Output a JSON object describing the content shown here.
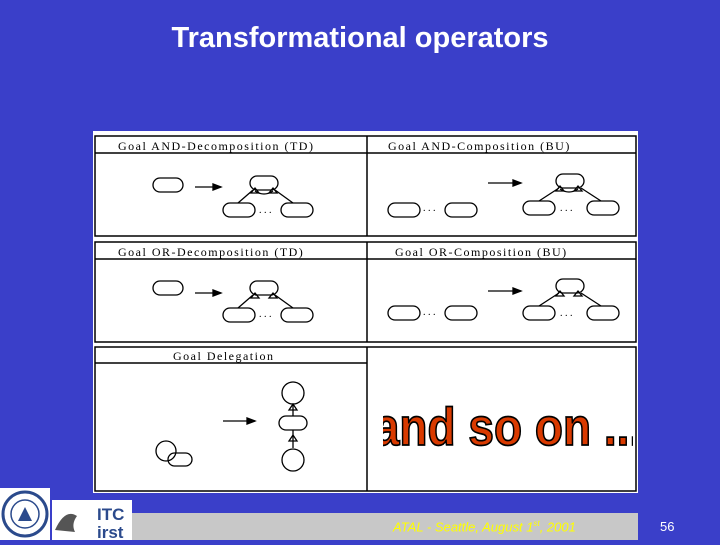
{
  "slide": {
    "title": "Transformational operators",
    "footer": {
      "event": "ATAL",
      "rest_prefix": " - Seattle, August 1",
      "rest_sup": "st",
      "rest_suffix": ", 2001"
    },
    "page_number": "56",
    "stamp_text": "and so on ...",
    "stamp_color": "#d93a00",
    "background_color": "#3a3fc9"
  },
  "figure": {
    "panels": [
      {
        "label": "Goal AND-Decomposition (TD)"
      },
      {
        "label": "Goal AND-Composition (BU)"
      },
      {
        "label": "Goal OR-Decomposition (TD)"
      },
      {
        "label": "Goal OR-Composition (BU)"
      },
      {
        "label": "Goal Delegation"
      }
    ]
  },
  "logos": {
    "itc_text": "ITC",
    "irst_text": "irst"
  }
}
